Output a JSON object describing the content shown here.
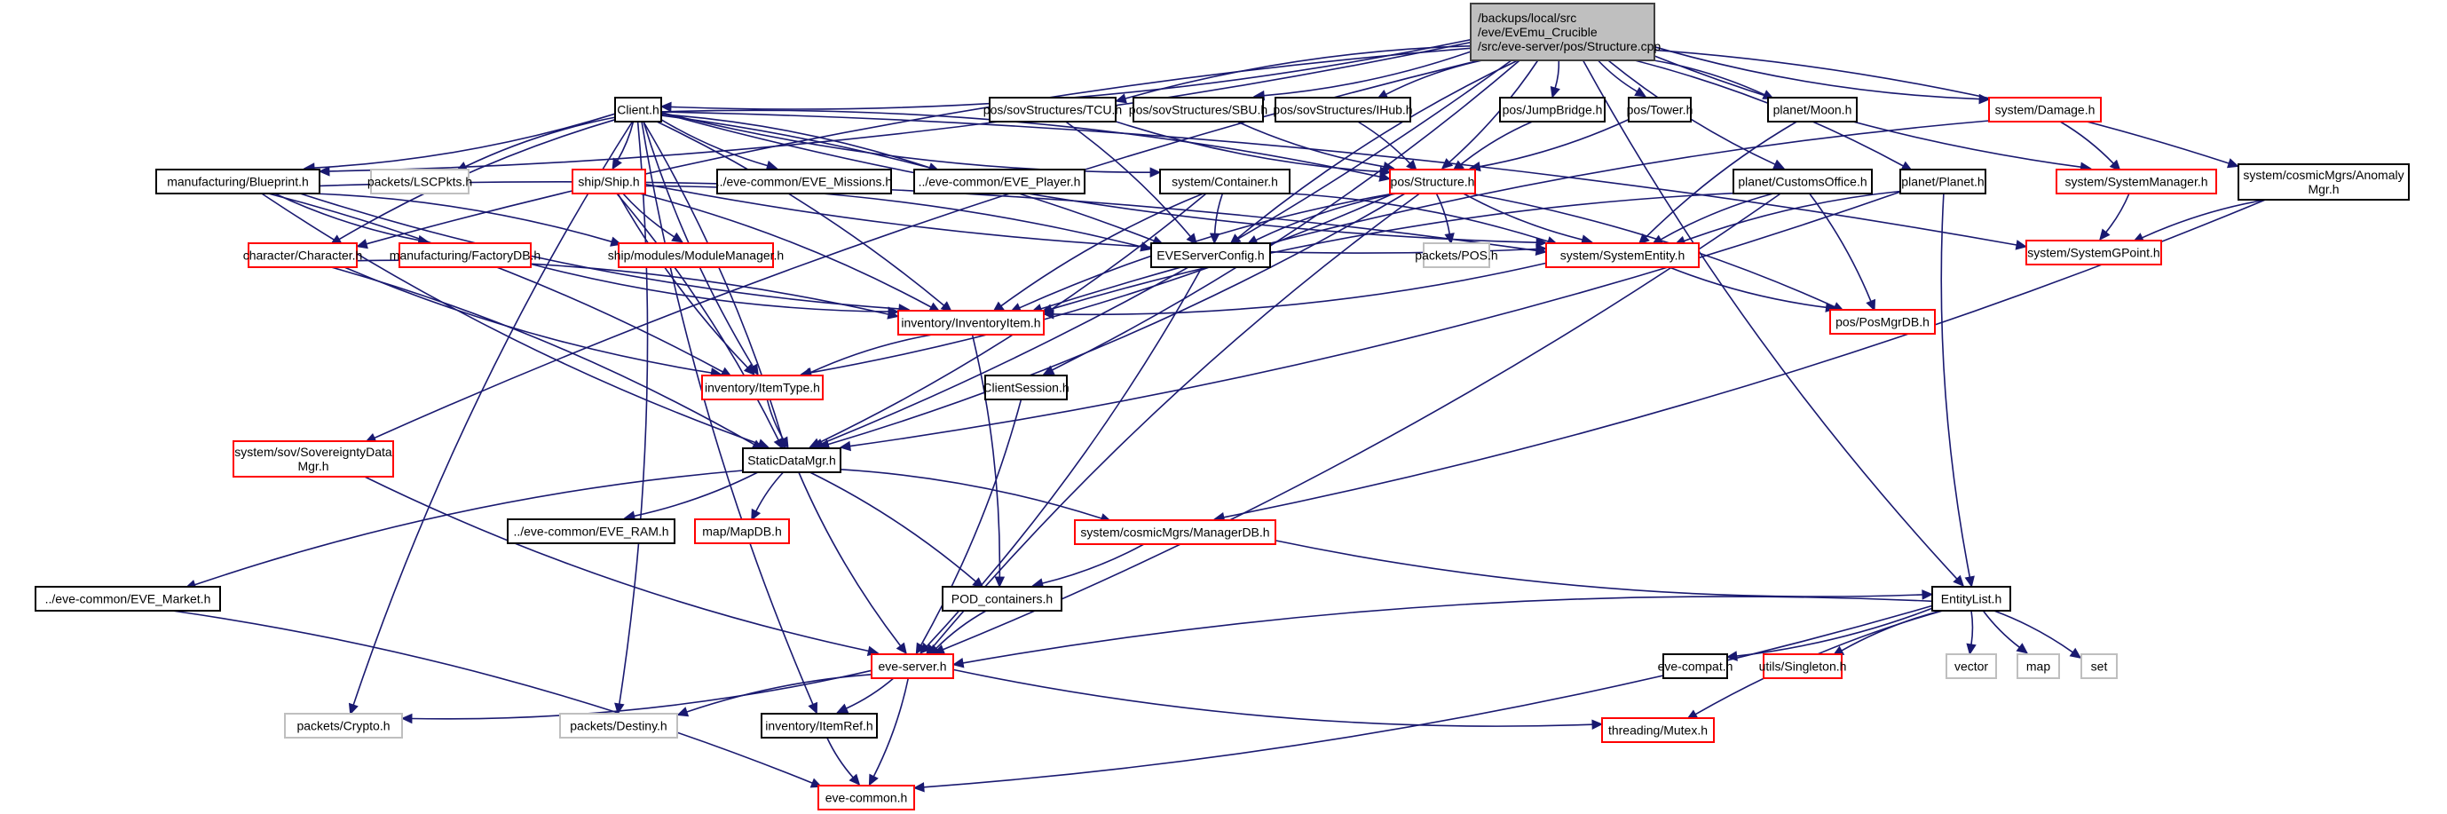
{
  "diagram": {
    "title": "Include dependency graph for Structure.cpp",
    "colors": {
      "edge": "#191970",
      "root_fill": "#bfbfbf",
      "root_border": "#404040",
      "documented_border": "#000000",
      "undocumented_border": "#ff0000",
      "external_border": "#bfbfbf"
    },
    "nodes": [
      {
        "id": "root",
        "label": [
          "/backups/local/src",
          "/eve/EvEmu_Crucible",
          "/src/eve-server/pos/Structure.cpp"
        ],
        "kind": "root"
      },
      {
        "id": "client",
        "label": [
          "Client.h"
        ],
        "kind": "documented"
      },
      {
        "id": "tcu",
        "label": [
          "pos/sovStructures/TCU.h"
        ],
        "kind": "documented"
      },
      {
        "id": "sbu",
        "label": [
          "pos/sovStructures/SBU.h"
        ],
        "kind": "documented"
      },
      {
        "id": "ihub",
        "label": [
          "pos/sovStructures/IHub.h"
        ],
        "kind": "documented"
      },
      {
        "id": "jumpbridge",
        "label": [
          "pos/JumpBridge.h"
        ],
        "kind": "documented"
      },
      {
        "id": "tower",
        "label": [
          "pos/Tower.h"
        ],
        "kind": "documented"
      },
      {
        "id": "moon",
        "label": [
          "planet/Moon.h"
        ],
        "kind": "documented"
      },
      {
        "id": "damage",
        "label": [
          "system/Damage.h"
        ],
        "kind": "undocumented"
      },
      {
        "id": "blueprint",
        "label": [
          "manufacturing/Blueprint.h"
        ],
        "kind": "documented"
      },
      {
        "id": "lscpkts",
        "label": [
          "packets/LSCPkts.h"
        ],
        "kind": "external"
      },
      {
        "id": "ship",
        "label": [
          "ship/Ship.h"
        ],
        "kind": "undocumented"
      },
      {
        "id": "missions",
        "label": [
          "../eve-common/EVE_Missions.h"
        ],
        "kind": "documented"
      },
      {
        "id": "player",
        "label": [
          "../eve-common/EVE_Player.h"
        ],
        "kind": "documented"
      },
      {
        "id": "container",
        "label": [
          "system/Container.h"
        ],
        "kind": "documented"
      },
      {
        "id": "structure",
        "label": [
          "pos/Structure.h"
        ],
        "kind": "undocumented"
      },
      {
        "id": "customs",
        "label": [
          "planet/CustomsOffice.h"
        ],
        "kind": "documented"
      },
      {
        "id": "planet",
        "label": [
          "planet/Planet.h"
        ],
        "kind": "documented"
      },
      {
        "id": "sysmgr",
        "label": [
          "system/SystemManager.h"
        ],
        "kind": "undocumented"
      },
      {
        "id": "anomaly",
        "label": [
          "system/cosmicMgrs/Anomaly",
          "Mgr.h"
        ],
        "kind": "documented"
      },
      {
        "id": "character",
        "label": [
          "character/Character.h"
        ],
        "kind": "undocumented"
      },
      {
        "id": "factorydb",
        "label": [
          "manufacturing/FactoryDB.h"
        ],
        "kind": "undocumented"
      },
      {
        "id": "modmgr",
        "label": [
          "ship/modules/ModuleManager.h"
        ],
        "kind": "undocumented"
      },
      {
        "id": "everconfig",
        "label": [
          "EVEServerConfig.h"
        ],
        "kind": "documented"
      },
      {
        "id": "pos",
        "label": [
          "packets/POS.h"
        ],
        "kind": "external"
      },
      {
        "id": "sysentity",
        "label": [
          "system/SystemEntity.h"
        ],
        "kind": "undocumented"
      },
      {
        "id": "gpoint",
        "label": [
          "system/SystemGPoint.h"
        ],
        "kind": "undocumented"
      },
      {
        "id": "invitem",
        "label": [
          "inventory/InventoryItem.h"
        ],
        "kind": "undocumented"
      },
      {
        "id": "posmgrdb",
        "label": [
          "pos/PosMgrDB.h"
        ],
        "kind": "undocumented"
      },
      {
        "id": "itemtype",
        "label": [
          "inventory/ItemType.h"
        ],
        "kind": "undocumented"
      },
      {
        "id": "clientsession",
        "label": [
          "ClientSession.h"
        ],
        "kind": "documented"
      },
      {
        "id": "sovdata",
        "label": [
          "system/sov/SovereigntyData",
          "Mgr.h"
        ],
        "kind": "undocumented"
      },
      {
        "id": "staticdata",
        "label": [
          "StaticDataMgr.h"
        ],
        "kind": "documented"
      },
      {
        "id": "everam",
        "label": [
          "../eve-common/EVE_RAM.h"
        ],
        "kind": "documented"
      },
      {
        "id": "mapdb",
        "label": [
          "map/MapDB.h"
        ],
        "kind": "undocumented"
      },
      {
        "id": "managerdb",
        "label": [
          "system/cosmicMgrs/ManagerDB.h"
        ],
        "kind": "undocumented"
      },
      {
        "id": "market",
        "label": [
          "../eve-common/EVE_Market.h"
        ],
        "kind": "documented"
      },
      {
        "id": "podcont",
        "label": [
          "POD_containers.h"
        ],
        "kind": "documented"
      },
      {
        "id": "entitylist",
        "label": [
          "EntityList.h"
        ],
        "kind": "documented"
      },
      {
        "id": "eveserver",
        "label": [
          "eve-server.h"
        ],
        "kind": "undocumented"
      },
      {
        "id": "evecompat",
        "label": [
          "eve-compat.h"
        ],
        "kind": "documented"
      },
      {
        "id": "singleton",
        "label": [
          "utils/Singleton.h"
        ],
        "kind": "undocumented"
      },
      {
        "id": "vector",
        "label": [
          "vector"
        ],
        "kind": "external"
      },
      {
        "id": "map",
        "label": [
          "map"
        ],
        "kind": "external"
      },
      {
        "id": "set",
        "label": [
          "set"
        ],
        "kind": "external"
      },
      {
        "id": "crypto",
        "label": [
          "packets/Crypto.h"
        ],
        "kind": "external"
      },
      {
        "id": "destiny",
        "label": [
          "packets/Destiny.h"
        ],
        "kind": "external"
      },
      {
        "id": "itemref",
        "label": [
          "inventory/ItemRef.h"
        ],
        "kind": "documented"
      },
      {
        "id": "mutex",
        "label": [
          "threading/Mutex.h"
        ],
        "kind": "undocumented"
      },
      {
        "id": "evecommon",
        "label": [
          "eve-common.h"
        ],
        "kind": "undocumented"
      }
    ],
    "edges": [
      [
        "root",
        "client"
      ],
      [
        "root",
        "tcu"
      ],
      [
        "root",
        "sbu"
      ],
      [
        "root",
        "ihub"
      ],
      [
        "root",
        "jumpbridge"
      ],
      [
        "root",
        "tower"
      ],
      [
        "root",
        "moon"
      ],
      [
        "root",
        "damage"
      ],
      [
        "root",
        "structure"
      ],
      [
        "root",
        "customs"
      ],
      [
        "root",
        "planet"
      ],
      [
        "root",
        "sysmgr"
      ],
      [
        "root",
        "anomaly"
      ],
      [
        "root",
        "entitylist"
      ],
      [
        "root",
        "staticdata"
      ],
      [
        "root",
        "sovdata"
      ],
      [
        "root",
        "clientsession"
      ],
      [
        "root",
        "everconfig"
      ],
      [
        "root",
        "blueprint"
      ],
      [
        "root",
        "character"
      ],
      [
        "client",
        "blueprint"
      ],
      [
        "client",
        "lscpkts"
      ],
      [
        "client",
        "ship"
      ],
      [
        "client",
        "missions"
      ],
      [
        "client",
        "player"
      ],
      [
        "client",
        "container"
      ],
      [
        "client",
        "structure"
      ],
      [
        "client",
        "sysentity"
      ],
      [
        "client",
        "invitem"
      ],
      [
        "client",
        "itemtype"
      ],
      [
        "client",
        "staticdata"
      ],
      [
        "client",
        "crypto"
      ],
      [
        "client",
        "destiny"
      ],
      [
        "client",
        "itemref"
      ],
      [
        "client",
        "gpoint"
      ],
      [
        "client",
        "character"
      ],
      [
        "client",
        "everconfig"
      ],
      [
        "tcu",
        "structure"
      ],
      [
        "tcu",
        "everconfig"
      ],
      [
        "sbu",
        "structure"
      ],
      [
        "ihub",
        "structure"
      ],
      [
        "jumpbridge",
        "structure"
      ],
      [
        "tower",
        "structure"
      ],
      [
        "moon",
        "sysentity"
      ],
      [
        "damage",
        "sysmgr"
      ],
      [
        "damage",
        "invitem"
      ],
      [
        "sysmgr",
        "gpoint"
      ],
      [
        "anomaly",
        "gpoint"
      ],
      [
        "anomaly",
        "managerdb"
      ],
      [
        "blueprint",
        "factorydb"
      ],
      [
        "blueprint",
        "modmgr"
      ],
      [
        "blueprint",
        "invitem"
      ],
      [
        "blueprint",
        "itemtype"
      ],
      [
        "blueprint",
        "staticdata"
      ],
      [
        "blueprint",
        "sysentity"
      ],
      [
        "ship",
        "modmgr"
      ],
      [
        "ship",
        "invitem"
      ],
      [
        "ship",
        "itemtype"
      ],
      [
        "ship",
        "staticdata"
      ],
      [
        "ship",
        "sysentity"
      ],
      [
        "ship",
        "everconfig"
      ],
      [
        "container",
        "everconfig"
      ],
      [
        "container",
        "sysentity"
      ],
      [
        "container",
        "invitem"
      ],
      [
        "container",
        "staticdata"
      ],
      [
        "structure",
        "everconfig"
      ],
      [
        "structure",
        "pos"
      ],
      [
        "structure",
        "sysentity"
      ],
      [
        "structure",
        "posmgrdb"
      ],
      [
        "structure",
        "invitem"
      ],
      [
        "structure",
        "staticdata"
      ],
      [
        "structure",
        "eveserver"
      ],
      [
        "structure",
        "itemtype"
      ],
      [
        "customs",
        "sysentity"
      ],
      [
        "customs",
        "posmgrdb"
      ],
      [
        "customs",
        "invitem"
      ],
      [
        "customs",
        "eveserver"
      ],
      [
        "planet",
        "sysentity"
      ],
      [
        "planet",
        "staticdata"
      ],
      [
        "planet",
        "entitylist"
      ],
      [
        "character",
        "invitem"
      ],
      [
        "character",
        "itemtype"
      ],
      [
        "character",
        "staticdata"
      ],
      [
        "factorydb",
        "invitem"
      ],
      [
        "sysentity",
        "invitem"
      ],
      [
        "sysentity",
        "posmgrdb"
      ],
      [
        "everconfig",
        "eveserver"
      ],
      [
        "invitem",
        "itemtype"
      ],
      [
        "invitem",
        "podcont"
      ],
      [
        "itemtype",
        "staticdata"
      ],
      [
        "clientsession",
        "eveserver"
      ],
      [
        "sovdata",
        "eveserver"
      ],
      [
        "staticdata",
        "everam"
      ],
      [
        "staticdata",
        "mapdb"
      ],
      [
        "staticdata",
        "managerdb"
      ],
      [
        "staticdata",
        "market"
      ],
      [
        "staticdata",
        "podcont"
      ],
      [
        "staticdata",
        "eveserver"
      ],
      [
        "managerdb",
        "podcont"
      ],
      [
        "managerdb",
        "entitylist"
      ],
      [
        "market",
        "evecommon"
      ],
      [
        "podcont",
        "eveserver"
      ],
      [
        "entitylist",
        "evecompat"
      ],
      [
        "entitylist",
        "singleton"
      ],
      [
        "entitylist",
        "vector"
      ],
      [
        "entitylist",
        "map"
      ],
      [
        "entitylist",
        "set"
      ],
      [
        "entitylist",
        "mutex"
      ],
      [
        "entitylist",
        "evecommon"
      ],
      [
        "entitylist",
        "eveserver"
      ],
      [
        "eveserver",
        "crypto"
      ],
      [
        "eveserver",
        "destiny"
      ],
      [
        "eveserver",
        "itemref"
      ],
      [
        "eveserver",
        "mutex"
      ],
      [
        "eveserver",
        "evecommon"
      ],
      [
        "itemref",
        "evecommon"
      ]
    ]
  }
}
